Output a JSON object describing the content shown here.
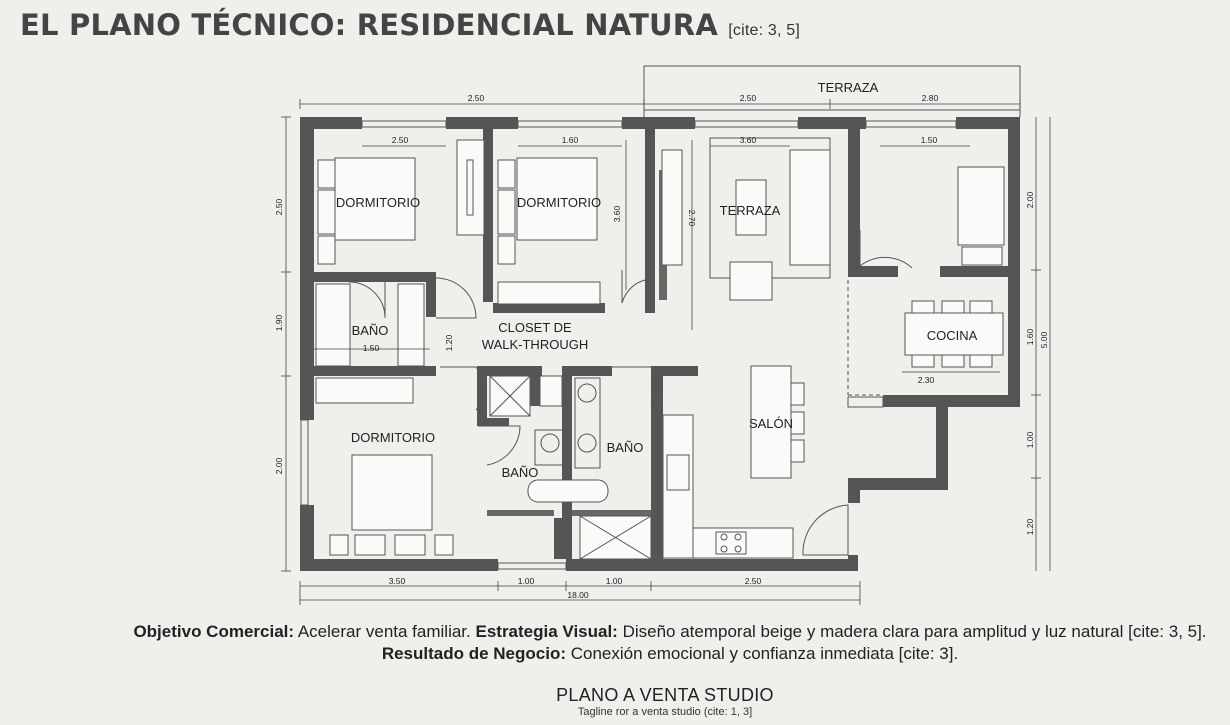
{
  "header": {
    "title": "EL PLANO TÉCNICO: RESIDENCIAL NATURA",
    "cite": "[cite: 3, 5]"
  },
  "rooms": {
    "terraza_ext": "TERRAZA",
    "dormitorio_1": "DORMITORIO",
    "dormitorio_2": "DORMITORIO",
    "terraza_int": "TERRAZA",
    "bano_1": "BAÑO",
    "closet_line1": "CLOSET DE",
    "closet_line2": "WALK-THROUGH",
    "cocina": "COCINA",
    "dormitorio_3": "DORMITORIO",
    "bano_2": "BAÑO",
    "bano_3": "BAÑO",
    "salon": "SALÓN"
  },
  "dimensions": {
    "top_left": "2.50",
    "top_mid": "2.50",
    "top_right": "2.80",
    "dorm1_w": "2.50",
    "dorm2_w": "1.60",
    "terraza_w": "3.60",
    "bed_r_w": "1.50",
    "bano1_w": "1.50",
    "cocina_w": "2.30",
    "left_1": "2.50",
    "left_2": "1.90",
    "left_3": "2.00",
    "closet_h": "1.20",
    "dorm2_h": "3.60",
    "terr_h": "2.70",
    "right_1": "2.00",
    "right_2": "1.60",
    "right_3": "1.00",
    "right_4": "1.20",
    "right_total": "5.00",
    "bottom_1": "3.50",
    "bottom_2": "1.00",
    "bottom_3": "1.00",
    "bottom_4": "2.50",
    "bottom_total": "18.00"
  },
  "description": {
    "obj_label": "Objetivo Comercial:",
    "obj_text": " Acelerar venta familiar. ",
    "strat_label": "Estrategia Visual:",
    "strat_text": " Diseño atemporal beige y madera clara para amplitud y luz natural [cite: 3, 5].",
    "result_label": "Resultado de Negocio:",
    "result_text": " Conexión emocional y confianza inmediata [cite: 3]."
  },
  "footer": {
    "brand": "PLANO A VENTA STUDIO",
    "tagline": "Tagline ror a venta studio (cite: 1, 3]"
  }
}
